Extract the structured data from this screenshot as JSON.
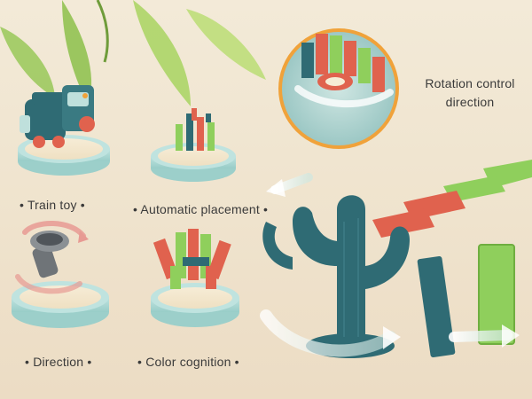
{
  "labels": {
    "train_toy": "• Train toy •",
    "automatic_placement": "• Automatic placement •",
    "direction": "• Direction •",
    "color_cognition": "• Color cognition •",
    "rotation_control_line1": "Rotation control",
    "rotation_control_line2": "direction"
  },
  "colors": {
    "background": "#f0e4cf",
    "teal_dark": "#2f6b74",
    "teal_light": "#bfe0dc",
    "coral": "#e0624e",
    "green": "#8fcf5c",
    "leaf": "#9ccf52",
    "orange_ring": "#f0a23a"
  },
  "icons": [
    "train-icon",
    "domino-icon",
    "cactus-icon",
    "arrow-icon",
    "leaf-icon"
  ]
}
